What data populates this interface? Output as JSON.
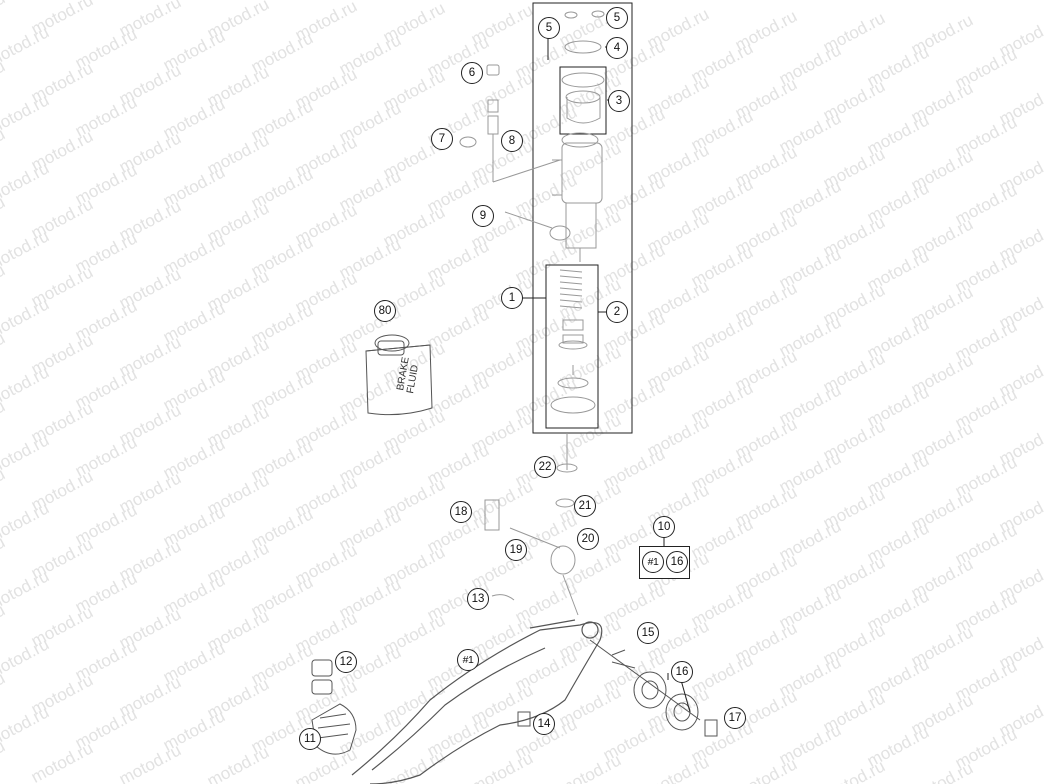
{
  "watermark": "motod.ru",
  "colors": {
    "line": "#222222",
    "watermark": "#e2e2e2",
    "background": "#ffffff"
  },
  "can_label": {
    "line1": "BRAKE",
    "line2": "FLUID"
  },
  "callouts": [
    {
      "id": "c5a",
      "label": "5",
      "part": 5
    },
    {
      "id": "c5b",
      "label": "5",
      "part": 5
    },
    {
      "id": "c4",
      "label": "4",
      "part": 4
    },
    {
      "id": "c6",
      "label": "6",
      "part": 6
    },
    {
      "id": "c3",
      "label": "3",
      "part": 3
    },
    {
      "id": "c7",
      "label": "7",
      "part": 7
    },
    {
      "id": "c8",
      "label": "8",
      "part": 8
    },
    {
      "id": "c9",
      "label": "9",
      "part": 9
    },
    {
      "id": "c80",
      "label": "80",
      "part": 80
    },
    {
      "id": "c1",
      "label": "1",
      "part": 1
    },
    {
      "id": "c2",
      "label": "2",
      "part": 2
    },
    {
      "id": "c22",
      "label": "22",
      "part": 22
    },
    {
      "id": "c21",
      "label": "21",
      "part": 21
    },
    {
      "id": "c18",
      "label": "18",
      "part": 18
    },
    {
      "id": "c19",
      "label": "19",
      "part": 19
    },
    {
      "id": "c20",
      "label": "20",
      "part": 20
    },
    {
      "id": "c10",
      "label": "10",
      "part": 10
    },
    {
      "id": "ck1",
      "label": "#1",
      "part": "#1"
    },
    {
      "id": "ck16",
      "label": "16",
      "part": 16
    },
    {
      "id": "c13",
      "label": "13",
      "part": 13
    },
    {
      "id": "c15",
      "label": "15",
      "part": 15
    },
    {
      "id": "c12",
      "label": "12",
      "part": 12
    },
    {
      "id": "cp1",
      "label": "#1",
      "part": "#1"
    },
    {
      "id": "c16",
      "label": "16",
      "part": 16
    },
    {
      "id": "c17",
      "label": "17",
      "part": 17
    },
    {
      "id": "c14",
      "label": "14",
      "part": 14
    },
    {
      "id": "c11",
      "label": "11",
      "part": 11
    }
  ]
}
